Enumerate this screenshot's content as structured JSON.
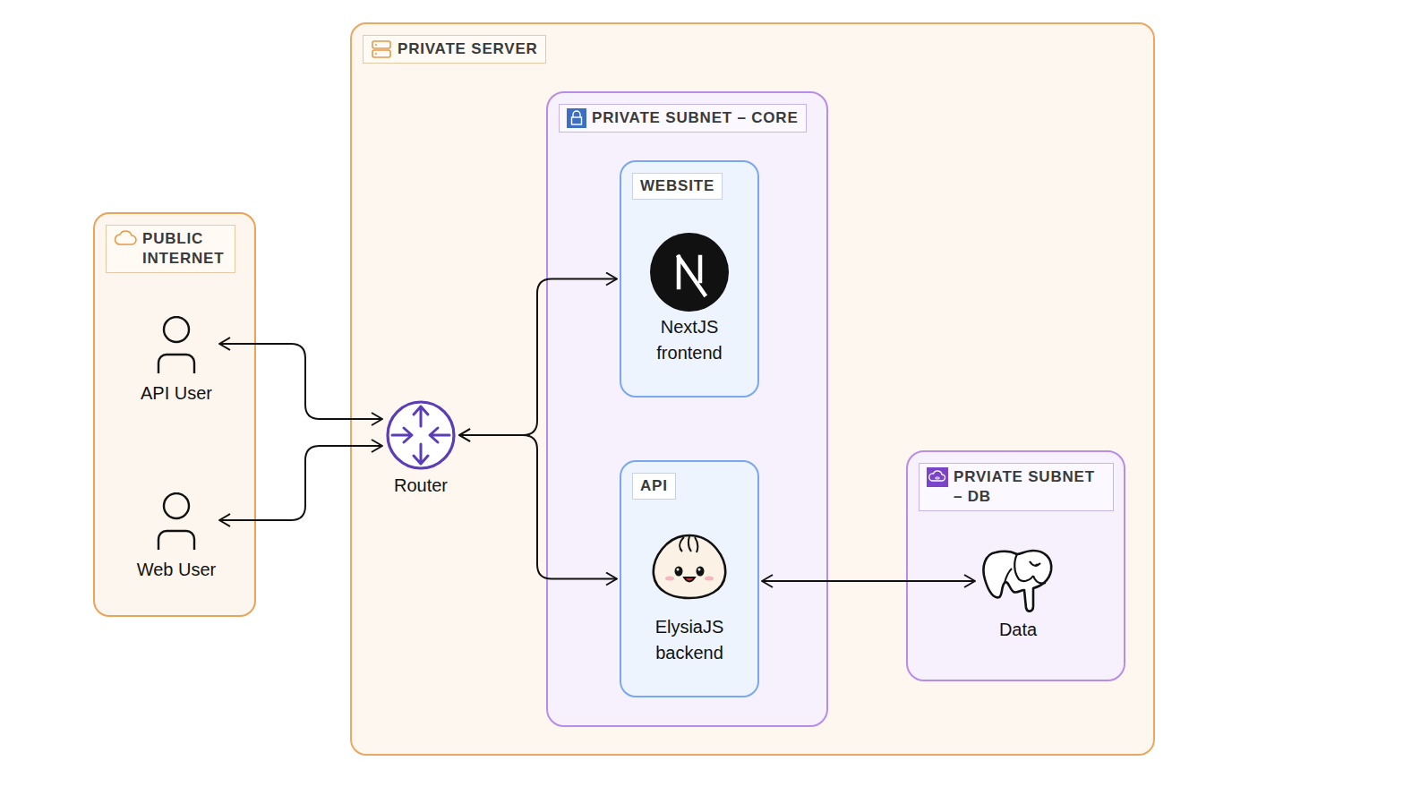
{
  "diagram": {
    "nodes": [
      {
        "text": [
          "PUBLIC INTERNET"
        ]
      },
      {
        "text": [
          "API User"
        ],
        "in": 0
      },
      {
        "text": [
          "Web User"
        ],
        "in": 0
      },
      {
        "text": [
          "PRIVATE SERVER"
        ]
      },
      {
        "text": [
          "Router"
        ],
        "in": 3
      },
      {
        "text": [
          "PRIVATE SUBNET – CORE"
        ],
        "in": 3
      },
      {
        "text": [
          "WEBSITE",
          "NextJS frontend"
        ],
        "in": 5
      },
      {
        "text": [
          "API",
          "ElysiaJS backend"
        ],
        "in": 5
      },
      {
        "text": [
          "PRVIATE SUBNET – DB"
        ],
        "in": 3
      },
      {
        "text": [
          "Data"
        ],
        "in": 8
      }
    ],
    "edges": [
      {
        "from": 1,
        "to": 4,
        "arrow": "both"
      },
      {
        "from": 2,
        "to": 4,
        "arrow": "both"
      },
      {
        "from": 4,
        "to": 6,
        "arrow": "both"
      },
      {
        "from": 4,
        "to": 7,
        "arrow": "both"
      },
      {
        "from": 7,
        "to": 9,
        "arrow": "both"
      }
    ]
  }
}
